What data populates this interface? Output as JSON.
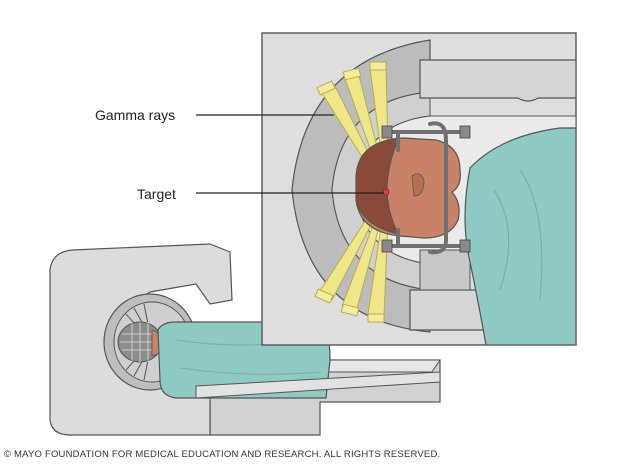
{
  "labels": {
    "gamma_rays": "Gamma rays",
    "target": "Target"
  },
  "copyright": "© MAYO FOUNDATION FOR MEDICAL EDUCATION AND RESEARCH. ALL RIGHTS RESERVED.",
  "colors": {
    "machine_fill": "#dcdcdc",
    "machine_shadow": "#bdbdbd",
    "outline": "#555555",
    "gown": "#8fc9c3",
    "gown_shadow": "#6fb1ab",
    "skin": "#c98268",
    "hair": "#8a4a3a",
    "beam": "#efe68a",
    "beam_outline": "#b8ad4a",
    "frame": "#707070",
    "target": "#e04040"
  },
  "icons": [
    "gamma-knife-machine-illustration",
    "head-frame-icon"
  ]
}
